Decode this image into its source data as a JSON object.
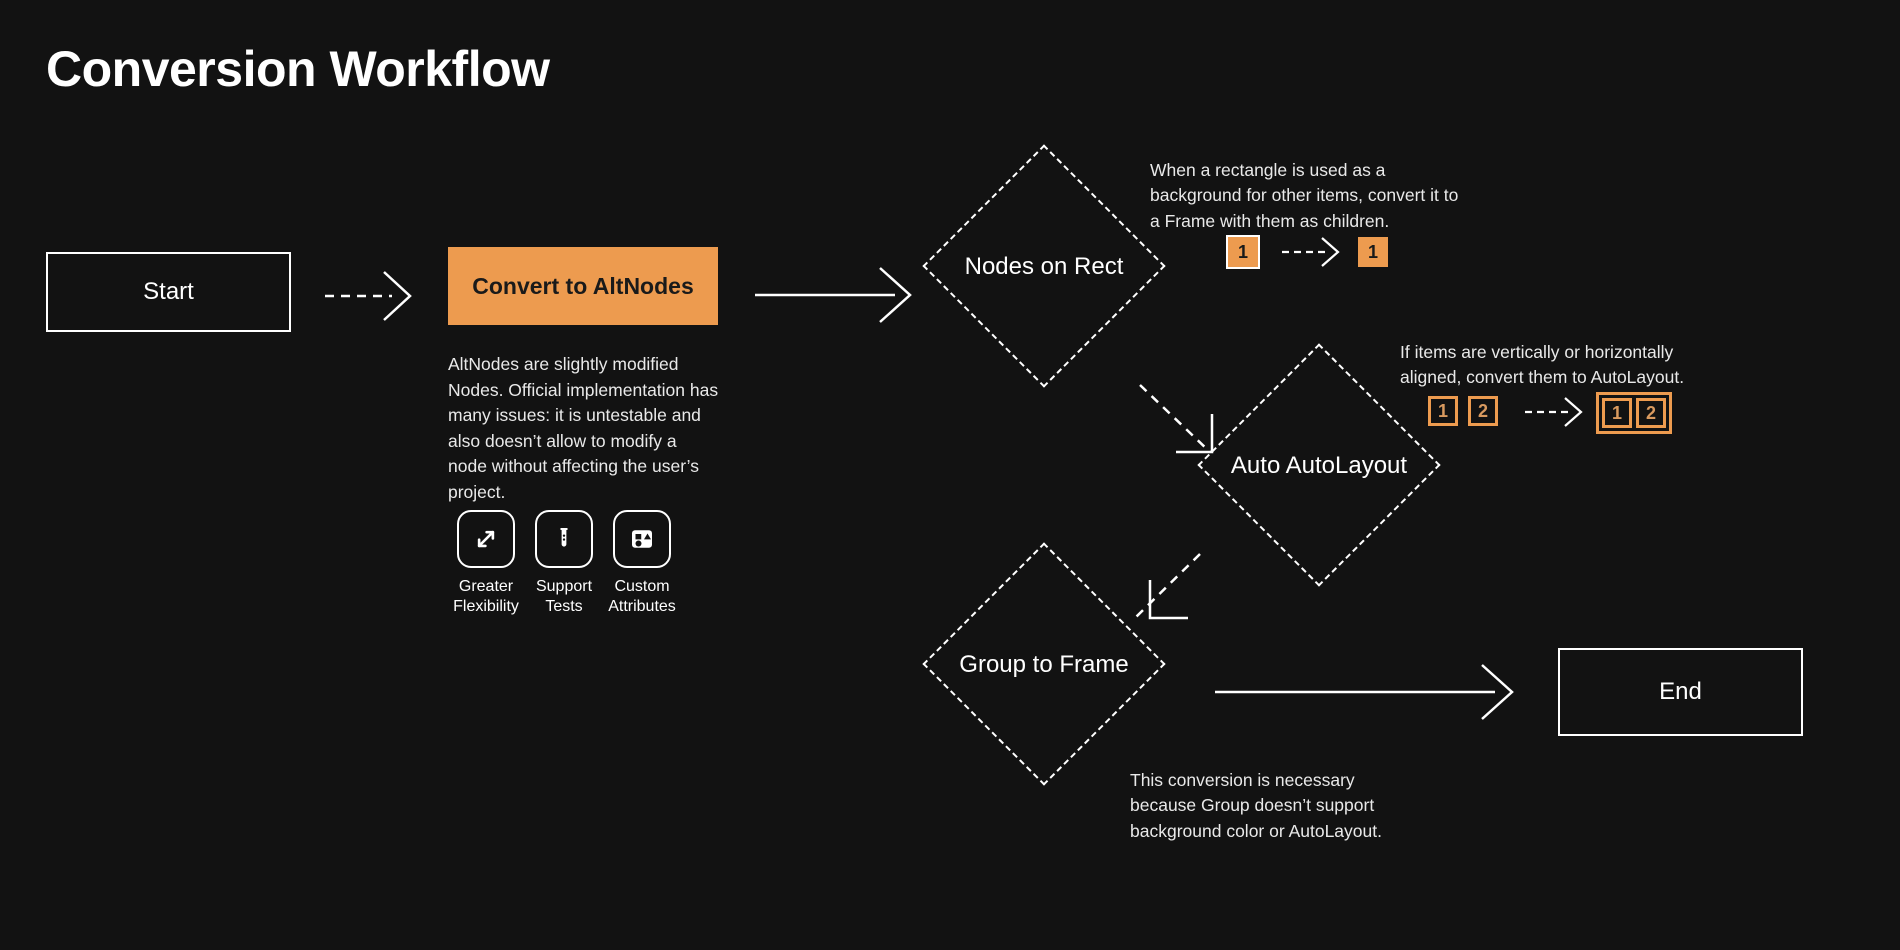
{
  "page": {
    "title": "Conversion Workflow",
    "background": "#121212",
    "accent": "#ed9b4f"
  },
  "nodes": {
    "start": {
      "label": "Start"
    },
    "convert": {
      "label": "Convert to AltNodes"
    },
    "nodes_on_rect": {
      "label": "Nodes on Rect"
    },
    "auto_autolayout": {
      "label": "Auto AutoLayout"
    },
    "group_to_frame": {
      "label": "Group to Frame"
    },
    "end": {
      "label": "End"
    }
  },
  "descriptions": {
    "altnodes": "AltNodes are slightly modified Nodes. Official implementation has many issues: it is untestable and also doesn’t allow to modify a node without affecting the user’s project.",
    "nodes_on_rect_note": "When a rectangle is used as a background for other items, convert it to a Frame with them as children.",
    "autolayout_note": "If items are vertically or horizontally aligned, convert them to AutoLayout.",
    "group_to_frame_note": "This conversion is necessary because Group doesn’t support background color or AutoLayout."
  },
  "features": [
    {
      "icon": "expand-arrows-icon",
      "label": "Greater\nFlexibility",
      "line1": "Greater",
      "line2": "Flexibility"
    },
    {
      "icon": "test-tube-icon",
      "label": "Support\nTests",
      "line1": "Support",
      "line2": "Tests"
    },
    {
      "icon": "shapes-attributes-icon",
      "label": "Custom\nAttributes",
      "line1": "Custom",
      "line2": "Attributes"
    }
  ],
  "illustrations": {
    "rect_to_frame": {
      "before": "1",
      "after": "1"
    },
    "align_to_autolayout": {
      "before": [
        "1",
        "2"
      ],
      "after": [
        "1",
        "2"
      ]
    }
  }
}
